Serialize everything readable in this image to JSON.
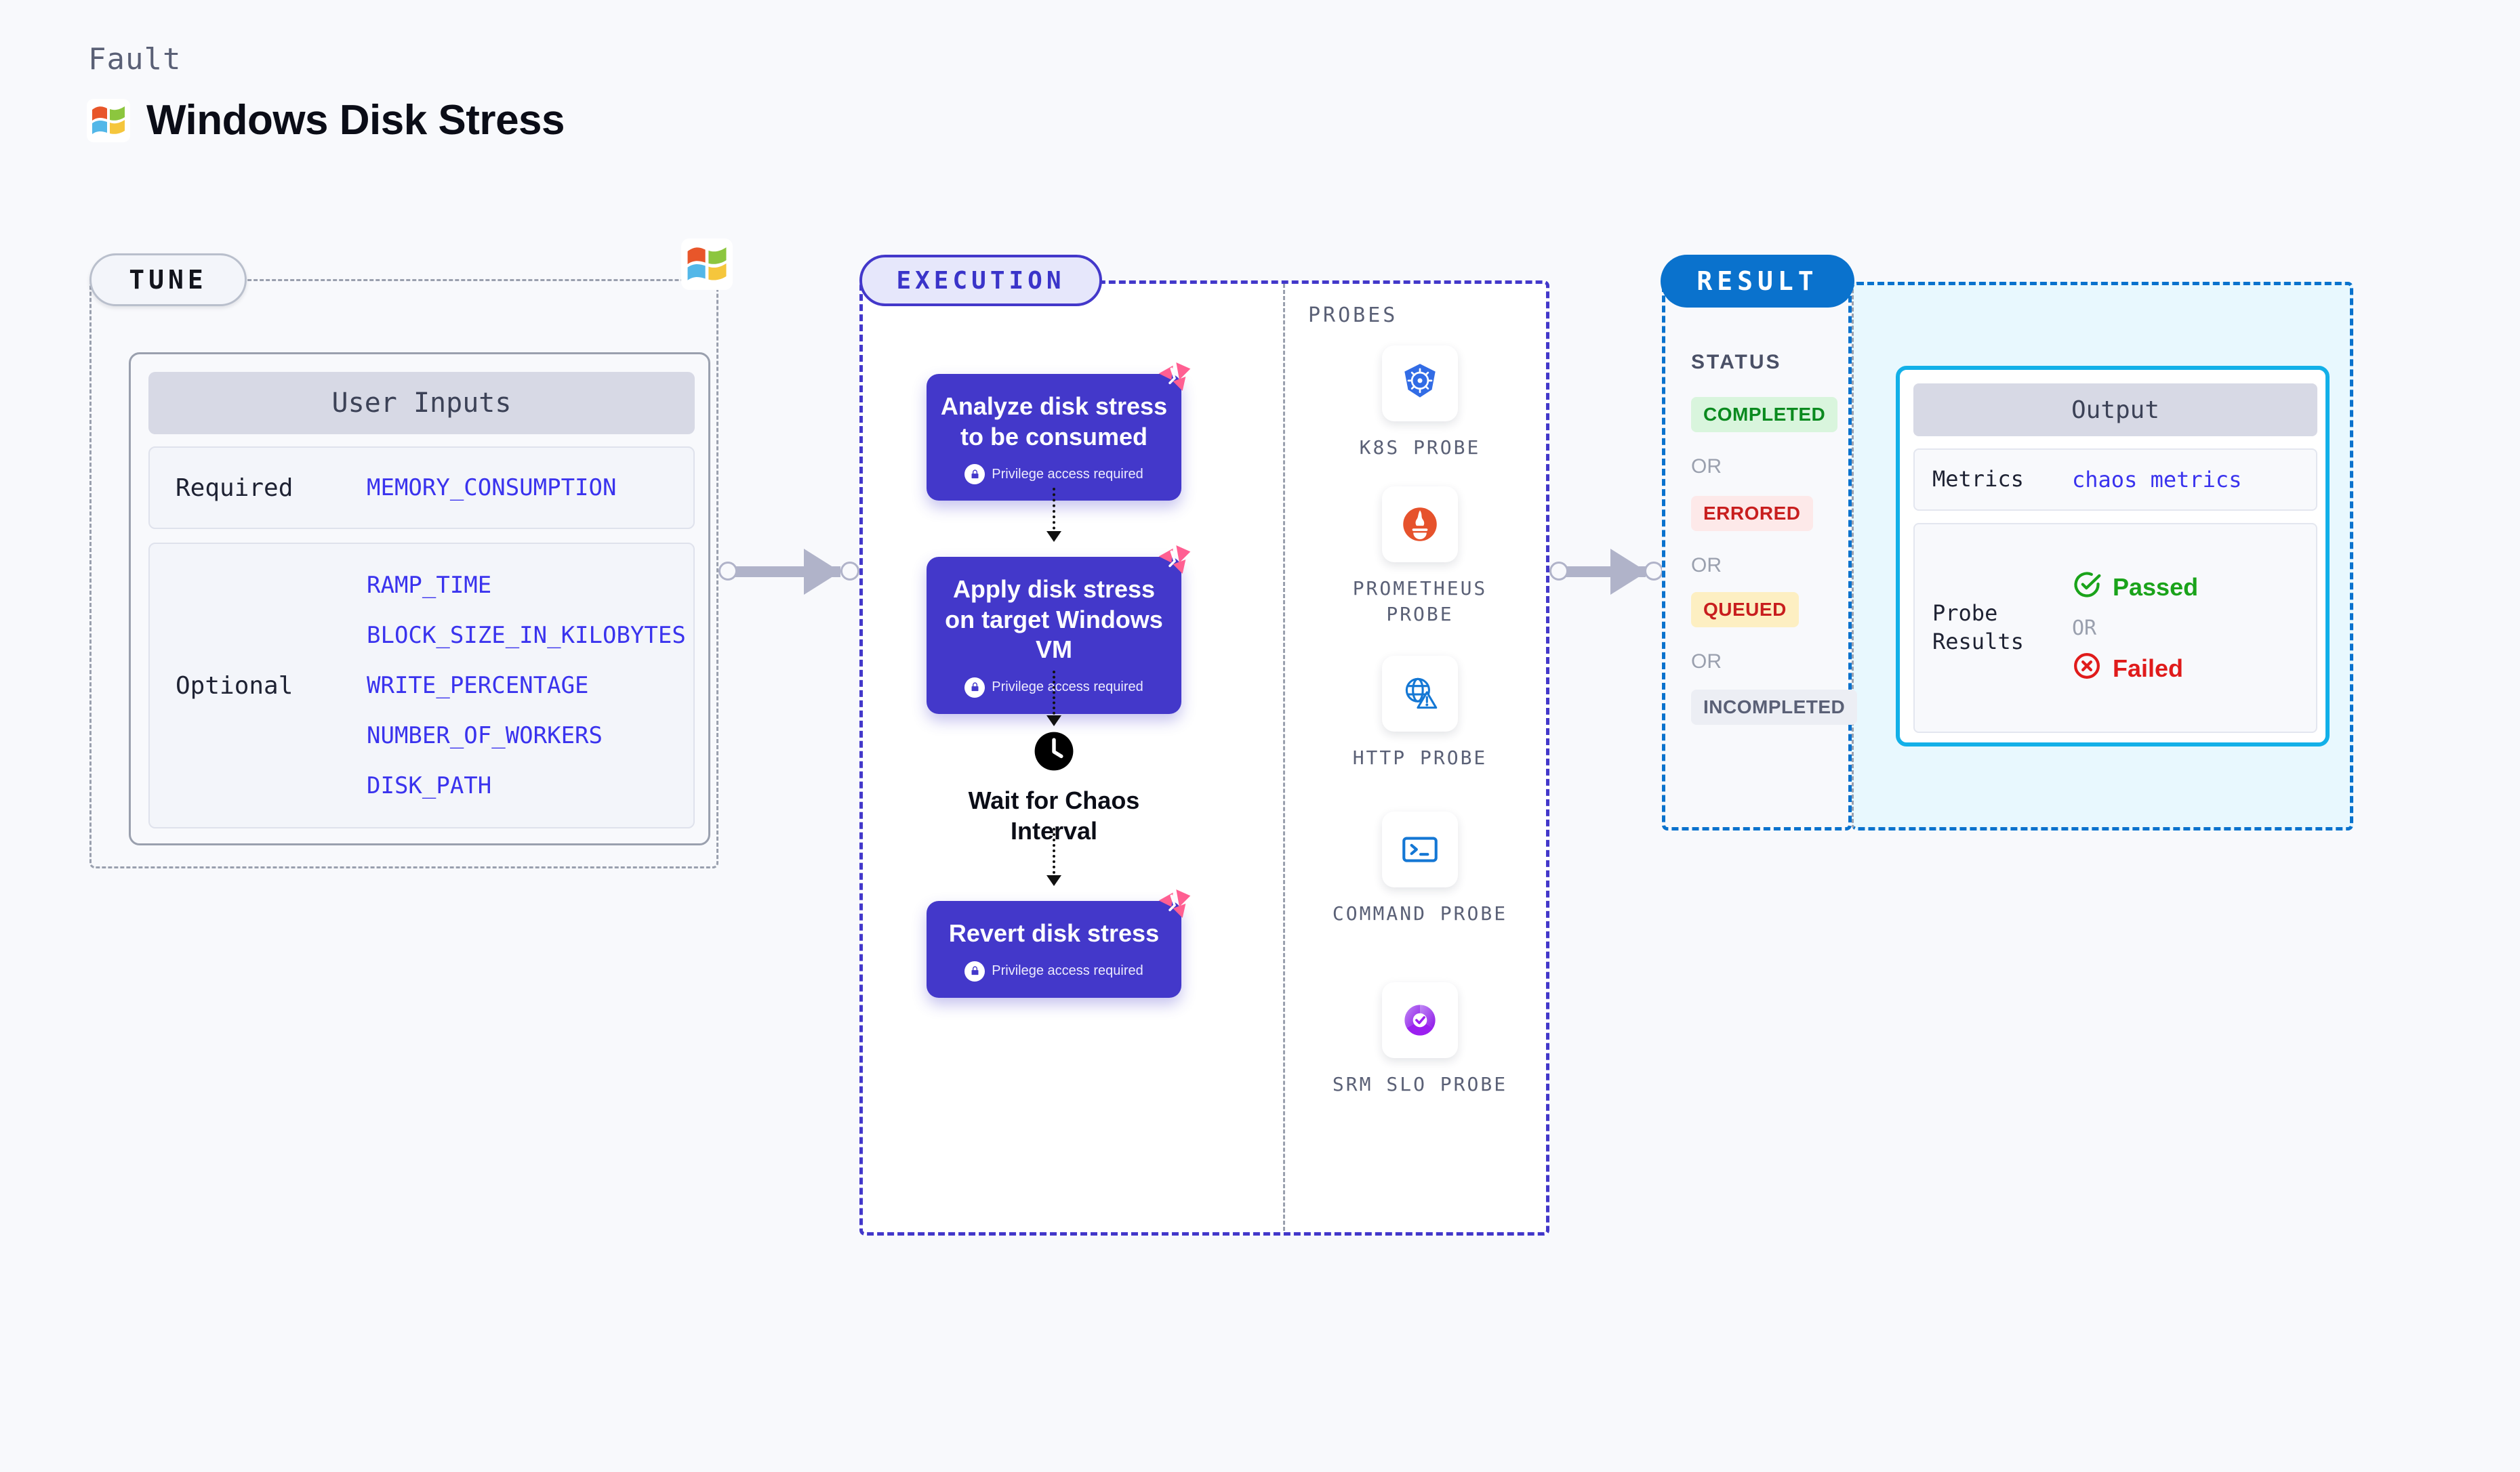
{
  "header": {
    "eyebrow": "Fault",
    "title": "Windows Disk Stress",
    "logo_icon": "windows-logo-icon"
  },
  "tune": {
    "label": "TUNE",
    "badge_icon": "windows-logo-icon",
    "card_title": "User Inputs",
    "groups": [
      {
        "label": "Required",
        "values": [
          "MEMORY_CONSUMPTION"
        ]
      },
      {
        "label": "Optional",
        "values": [
          "RAMP_TIME",
          "BLOCK_SIZE_IN_KILOBYTES",
          "WRITE_PERCENTAGE",
          "NUMBER_OF_WORKERS",
          "DISK_PATH"
        ]
      }
    ]
  },
  "execution": {
    "label": "EXECUTION",
    "privilege_note": "Privilege access required",
    "privilege_icon": "lock-icon",
    "corner_icon": "litmus-chaos-icon",
    "steps": [
      {
        "title": "Analyze disk stress to be consumed",
        "privileged": true
      },
      {
        "title": "Apply disk stress on target Windows VM",
        "privileged": true
      }
    ],
    "wait": {
      "icon": "clock-icon",
      "title": "Wait for Chaos Interval"
    },
    "final_step": {
      "title": "Revert disk stress",
      "privileged": true
    },
    "probes_title": "PROBES",
    "probes": [
      {
        "name": "K8S PROBE",
        "icon": "kubernetes-icon"
      },
      {
        "name": "PROMETHEUS PROBE",
        "icon": "prometheus-icon"
      },
      {
        "name": "HTTP PROBE",
        "icon": "http-globe-warning-icon"
      },
      {
        "name": "COMMAND PROBE",
        "icon": "terminal-icon"
      },
      {
        "name": "SRM SLO PROBE",
        "icon": "srm-slo-icon"
      }
    ]
  },
  "result": {
    "label": "RESULT",
    "status_title": "STATUS",
    "or_text": "OR",
    "statuses": [
      "COMPLETED",
      "ERRORED",
      "QUEUED",
      "INCOMPLETED"
    ],
    "output": {
      "title": "Output",
      "metrics_label": "Metrics",
      "metrics_value": "chaos metrics",
      "probe_results_label": "Probe Results",
      "passed_label": "Passed",
      "passed_icon": "check-circle-icon",
      "failed_label": "Failed",
      "failed_icon": "x-circle-icon",
      "or_text": "OR"
    }
  },
  "colors": {
    "page_bg": "#f8f9fc",
    "accent_purple": "#4338ca",
    "accent_blue": "#0a72cd",
    "accent_cyan": "#12b0e8",
    "mono_value": "#3a33ee",
    "status_completed": "#0b8a1f",
    "status_errored": "#c81e1e",
    "status_queued": "#c81e1e",
    "status_incompleted": "#5a6076",
    "passed": "#1aa31a",
    "failed": "#e01b1b",
    "litmus_pink": "#ff5f92"
  }
}
